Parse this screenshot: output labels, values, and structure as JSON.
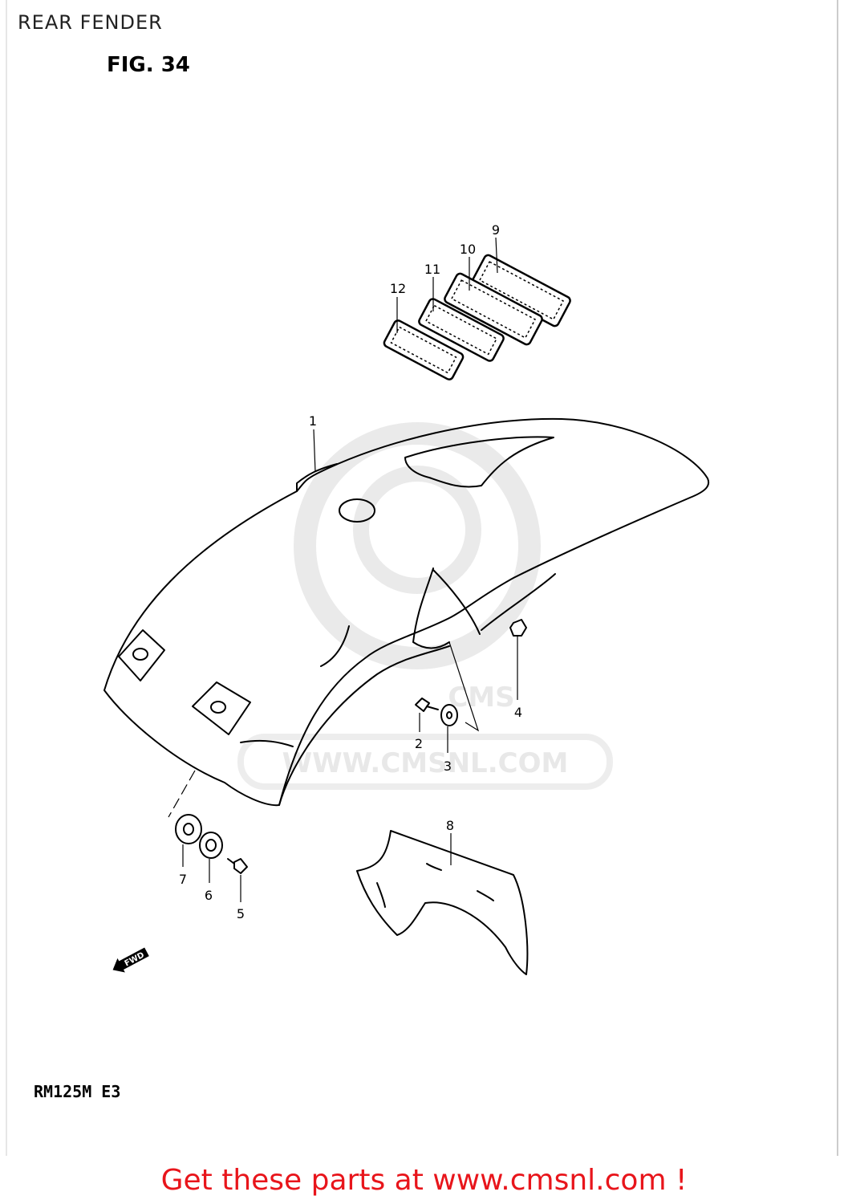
{
  "header": {
    "title": "REAR FENDER",
    "figure": "FIG. 34"
  },
  "callouts": [
    {
      "id": "1"
    },
    {
      "id": "2"
    },
    {
      "id": "3"
    },
    {
      "id": "4"
    },
    {
      "id": "5"
    },
    {
      "id": "6"
    },
    {
      "id": "7"
    },
    {
      "id": "8"
    },
    {
      "id": "9"
    },
    {
      "id": "10"
    },
    {
      "id": "11"
    },
    {
      "id": "12"
    }
  ],
  "watermark": {
    "text": "WWW.CMSNL.COM",
    "logo_text": "CMS"
  },
  "direction_badge": {
    "text": "FWD",
    "icon": "forward-arrow-icon"
  },
  "footer": {
    "model": "RM125M E3",
    "cta": "Get these parts at www.cmsnl.com !",
    "cta_color": "#e8151b"
  }
}
